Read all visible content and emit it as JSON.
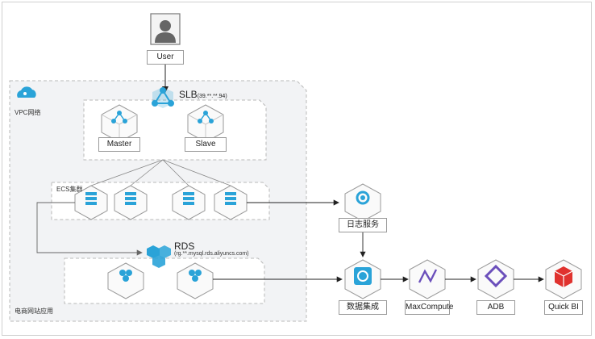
{
  "nodes": {
    "user": "User",
    "slb": "SLB",
    "slb_ip": "(39.**.**.94)",
    "vpc": "VPC网络",
    "master": "Master",
    "slave": "Slave",
    "ecs": "ECS集群",
    "log": "日志服务",
    "rds": "RDS",
    "rds_host": "(rg.**.mysql.rds.aliyuncs.com)",
    "app": "电商网站应用",
    "integration": "数据集成",
    "maxcompute": "MaxCompute",
    "adb": "ADB",
    "quickbi": "Quick BI"
  },
  "colors": {
    "aliyun_blue": "#2aa3d8",
    "maxcompute_purple": "#6b4fbb",
    "adb_purple": "#6b4fbb",
    "quickbi_red": "#e0322e"
  }
}
